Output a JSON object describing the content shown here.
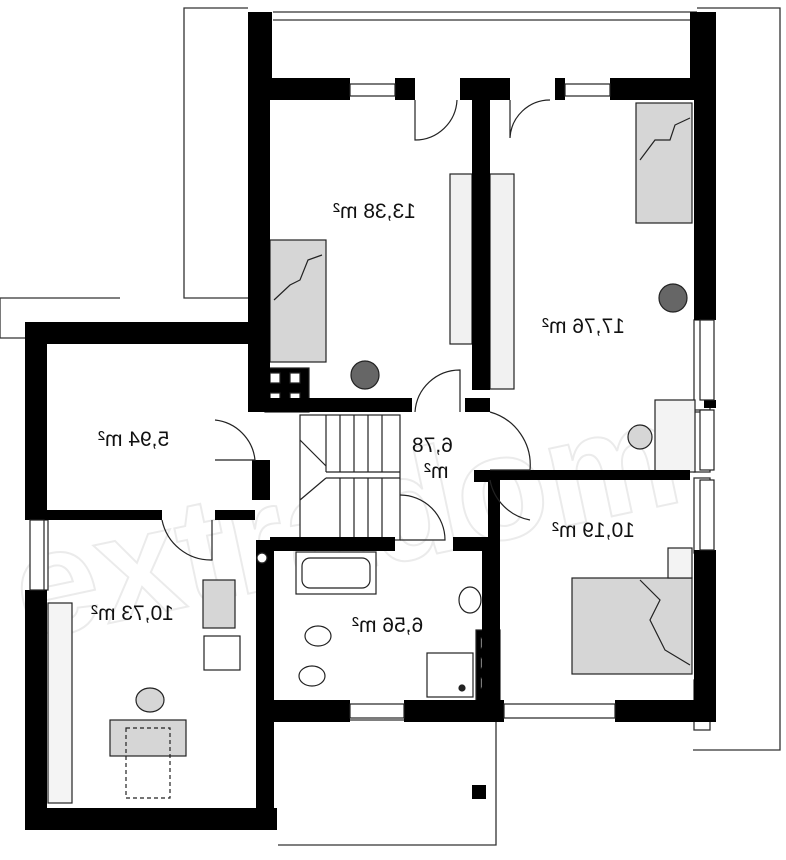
{
  "rooms": [
    {
      "id": "bedroom-top-left",
      "area": "13,38 m²"
    },
    {
      "id": "bedroom-top-right",
      "area": "17,76 m²"
    },
    {
      "id": "hall",
      "area_line1": "6,78",
      "area_line2": "m²"
    },
    {
      "id": "storage",
      "area": "5,94 m²"
    },
    {
      "id": "office",
      "area": "10,73 m²"
    },
    {
      "id": "bathroom",
      "area": "6,56 m²"
    },
    {
      "id": "bedroom-bottom-right",
      "area": "10,19 m²"
    }
  ],
  "watermark": "extradom",
  "colors": {
    "wall": "#000000",
    "furniture": "#d6d6d6",
    "balcony": "#f4f4f4",
    "line": "#222222"
  }
}
